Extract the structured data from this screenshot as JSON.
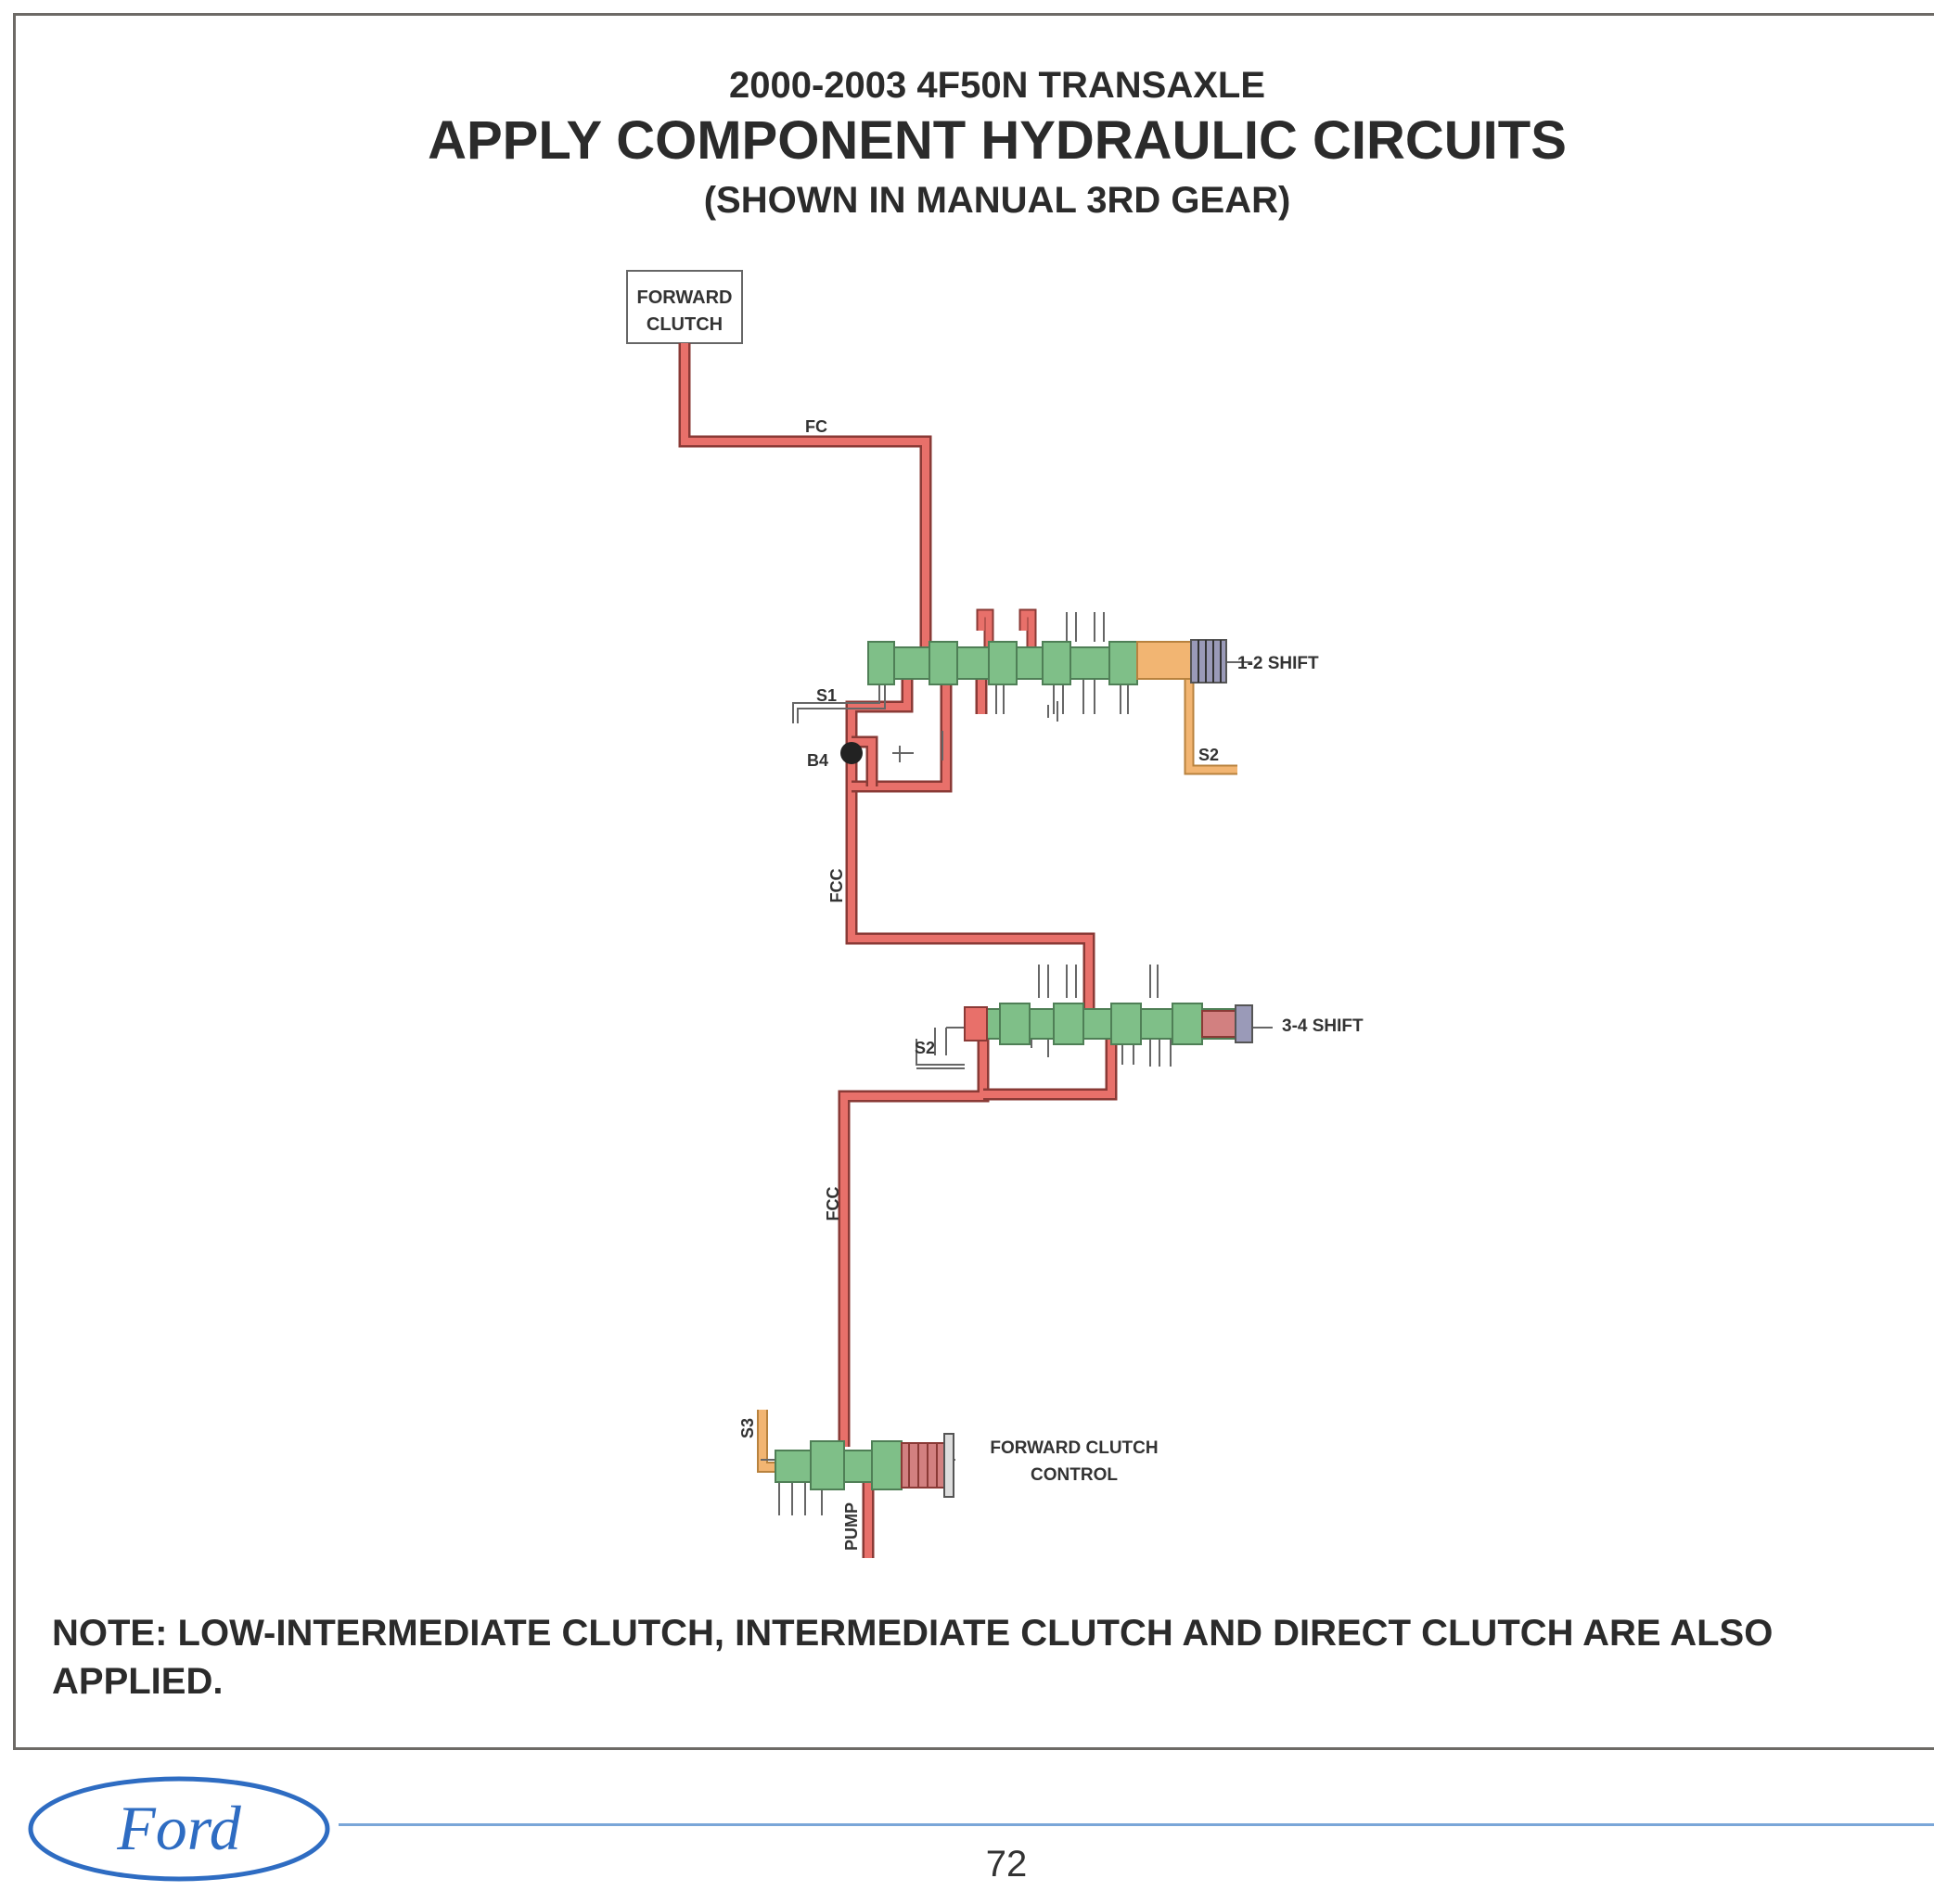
{
  "header": {
    "line1": "2000-2003 4F50N TRANSAXLE",
    "line2": "APPLY COMPONENT HYDRAULIC CIRCUITS",
    "line3": "(SHOWN IN MANUAL 3RD GEAR)"
  },
  "diagram": {
    "forward_clutch_box": [
      "FORWARD",
      "CLUTCH"
    ],
    "circuit_labels": {
      "fc": "FC",
      "s1": "S1",
      "b4": "B4",
      "fcc_upper": "FCC",
      "s2_upper": "S2",
      "s2_lower": "S2",
      "fcc_lower": "FCC",
      "s3": "S3",
      "pump": "PUMP"
    },
    "valve_labels": {
      "shift_12": "1-2 SHIFT",
      "shift_34": "3-4 SHIFT",
      "fcc_line1": "FORWARD CLUTCH",
      "fcc_line2": "CONTROL"
    },
    "colors": {
      "apply_pressure": "#e8706a",
      "solenoid_pressure": "#f2b572",
      "valve_spool": "#7fbf88",
      "outline": "#555555"
    }
  },
  "note": "NOTE: LOW-INTERMEDIATE CLUTCH, INTERMEDIATE CLUTCH AND DIRECT CLUTCH ARE ALSO APPLIED.",
  "footer": {
    "logo_text": "Ford",
    "page_number": "72"
  }
}
